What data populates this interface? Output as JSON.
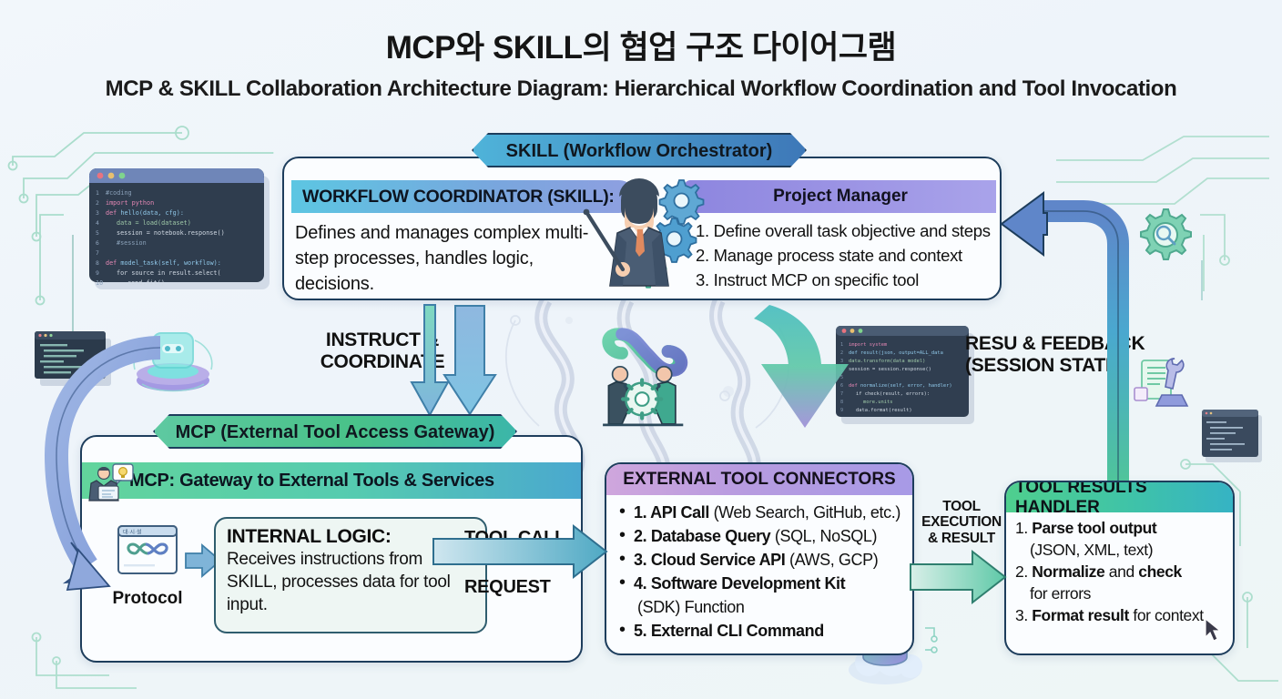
{
  "header": {
    "title": "MCP와 SKILL의 협업 구조 다이어그램",
    "subtitle": "MCP & SKILL Collaboration Architecture Diagram: Hierarchical Workflow Coordination and Tool Invocation"
  },
  "skill": {
    "ribbon": "SKILL (Workflow Orchestrator)",
    "left_header": "WORKFLOW COORDINATOR (SKILL):",
    "left_body": "Defines and manages complex multi-step processes, handles logic, decisions.",
    "pm_header": "Project Manager",
    "pm_items": [
      "1. Define overall task objective and steps",
      "2. Manage process state and context",
      "3. Instruct MCP on specific tool"
    ]
  },
  "mcp": {
    "ribbon": "MCP (External Tool Access Gateway)",
    "header": "MCP: Gateway to External Tools & Services",
    "protocol_label": "Protocol",
    "internal_logic_title": "INTERNAL LOGIC:",
    "internal_logic_body": "Receives instructions from SKILL, processes data for tool input."
  },
  "connectors": {
    "header": "EXTERNAL TOOL CONNECTORS",
    "items": [
      {
        "bold": "1. API Call",
        "rest": " (Web Search, GitHub, etc.)"
      },
      {
        "bold": "2. Database Query",
        "rest": " (SQL, NoSQL)"
      },
      {
        "bold": "3. Cloud Service API",
        "rest": " (AWS, GCP)"
      },
      {
        "bold": "4. Software Development Kit",
        "rest": " (SDK) Function"
      },
      {
        "bold": "5. External CLI Command",
        "rest": ""
      }
    ]
  },
  "results_handler": {
    "header": "TOOL RESULTS HANDLER",
    "items": [
      {
        "num": "1.",
        "bold": "Parse tool output",
        "rest": "",
        "sub": "(JSON, XML, text)"
      },
      {
        "num": "2.",
        "bold": "Normalize",
        "rest": " and ",
        "bold2": "check",
        "sub": "for errors"
      },
      {
        "num": "3.",
        "bold": "Format result",
        "rest": " for context",
        "sub": ""
      }
    ]
  },
  "arrow_labels": {
    "instruct": "INSTRUCT & COORDINATE",
    "instruct_line1": "INSTRUCT &",
    "instruct_line2": "COORDINATE",
    "result_line1": "RESU & FEEDBACK",
    "result_line2": "(SESSION STATE)",
    "tool_call": "TOOL CALL",
    "request": "REQUEST",
    "tool_exec_line1": "TOOL",
    "tool_exec_line2": "EXECUTION",
    "tool_exec_line3": "& RESULT"
  },
  "colors": {
    "skill_ribbon_from": "#4fb3d9",
    "skill_ribbon_to": "#3e78b8",
    "mcp_ribbon_from": "#5ec9a1",
    "mcp_ribbon_to": "#3bb6a9",
    "connectors_header_from": "#cfa6dd",
    "connectors_header_to": "#a79ae6",
    "results_header_from": "#4fcf8e",
    "results_header_to": "#36b3c4",
    "panel_border": "#1d3d5c",
    "background": "#f2f7fb"
  },
  "icons": {
    "person_gears": "person-with-gears-icon",
    "mcp_person": "technician-icon",
    "protocol": "protocol-infinity-window-icon",
    "code_window": "code-editor-window-icon",
    "gear_search": "gear-search-icon",
    "wrench_doc": "wrench-document-icon",
    "database_cloud": "database-cloud-icon",
    "hologram": "hologram-device-icon",
    "teamwork": "teamwork-infinity-gear-icon",
    "laptop_code": "laptop-code-icon"
  }
}
